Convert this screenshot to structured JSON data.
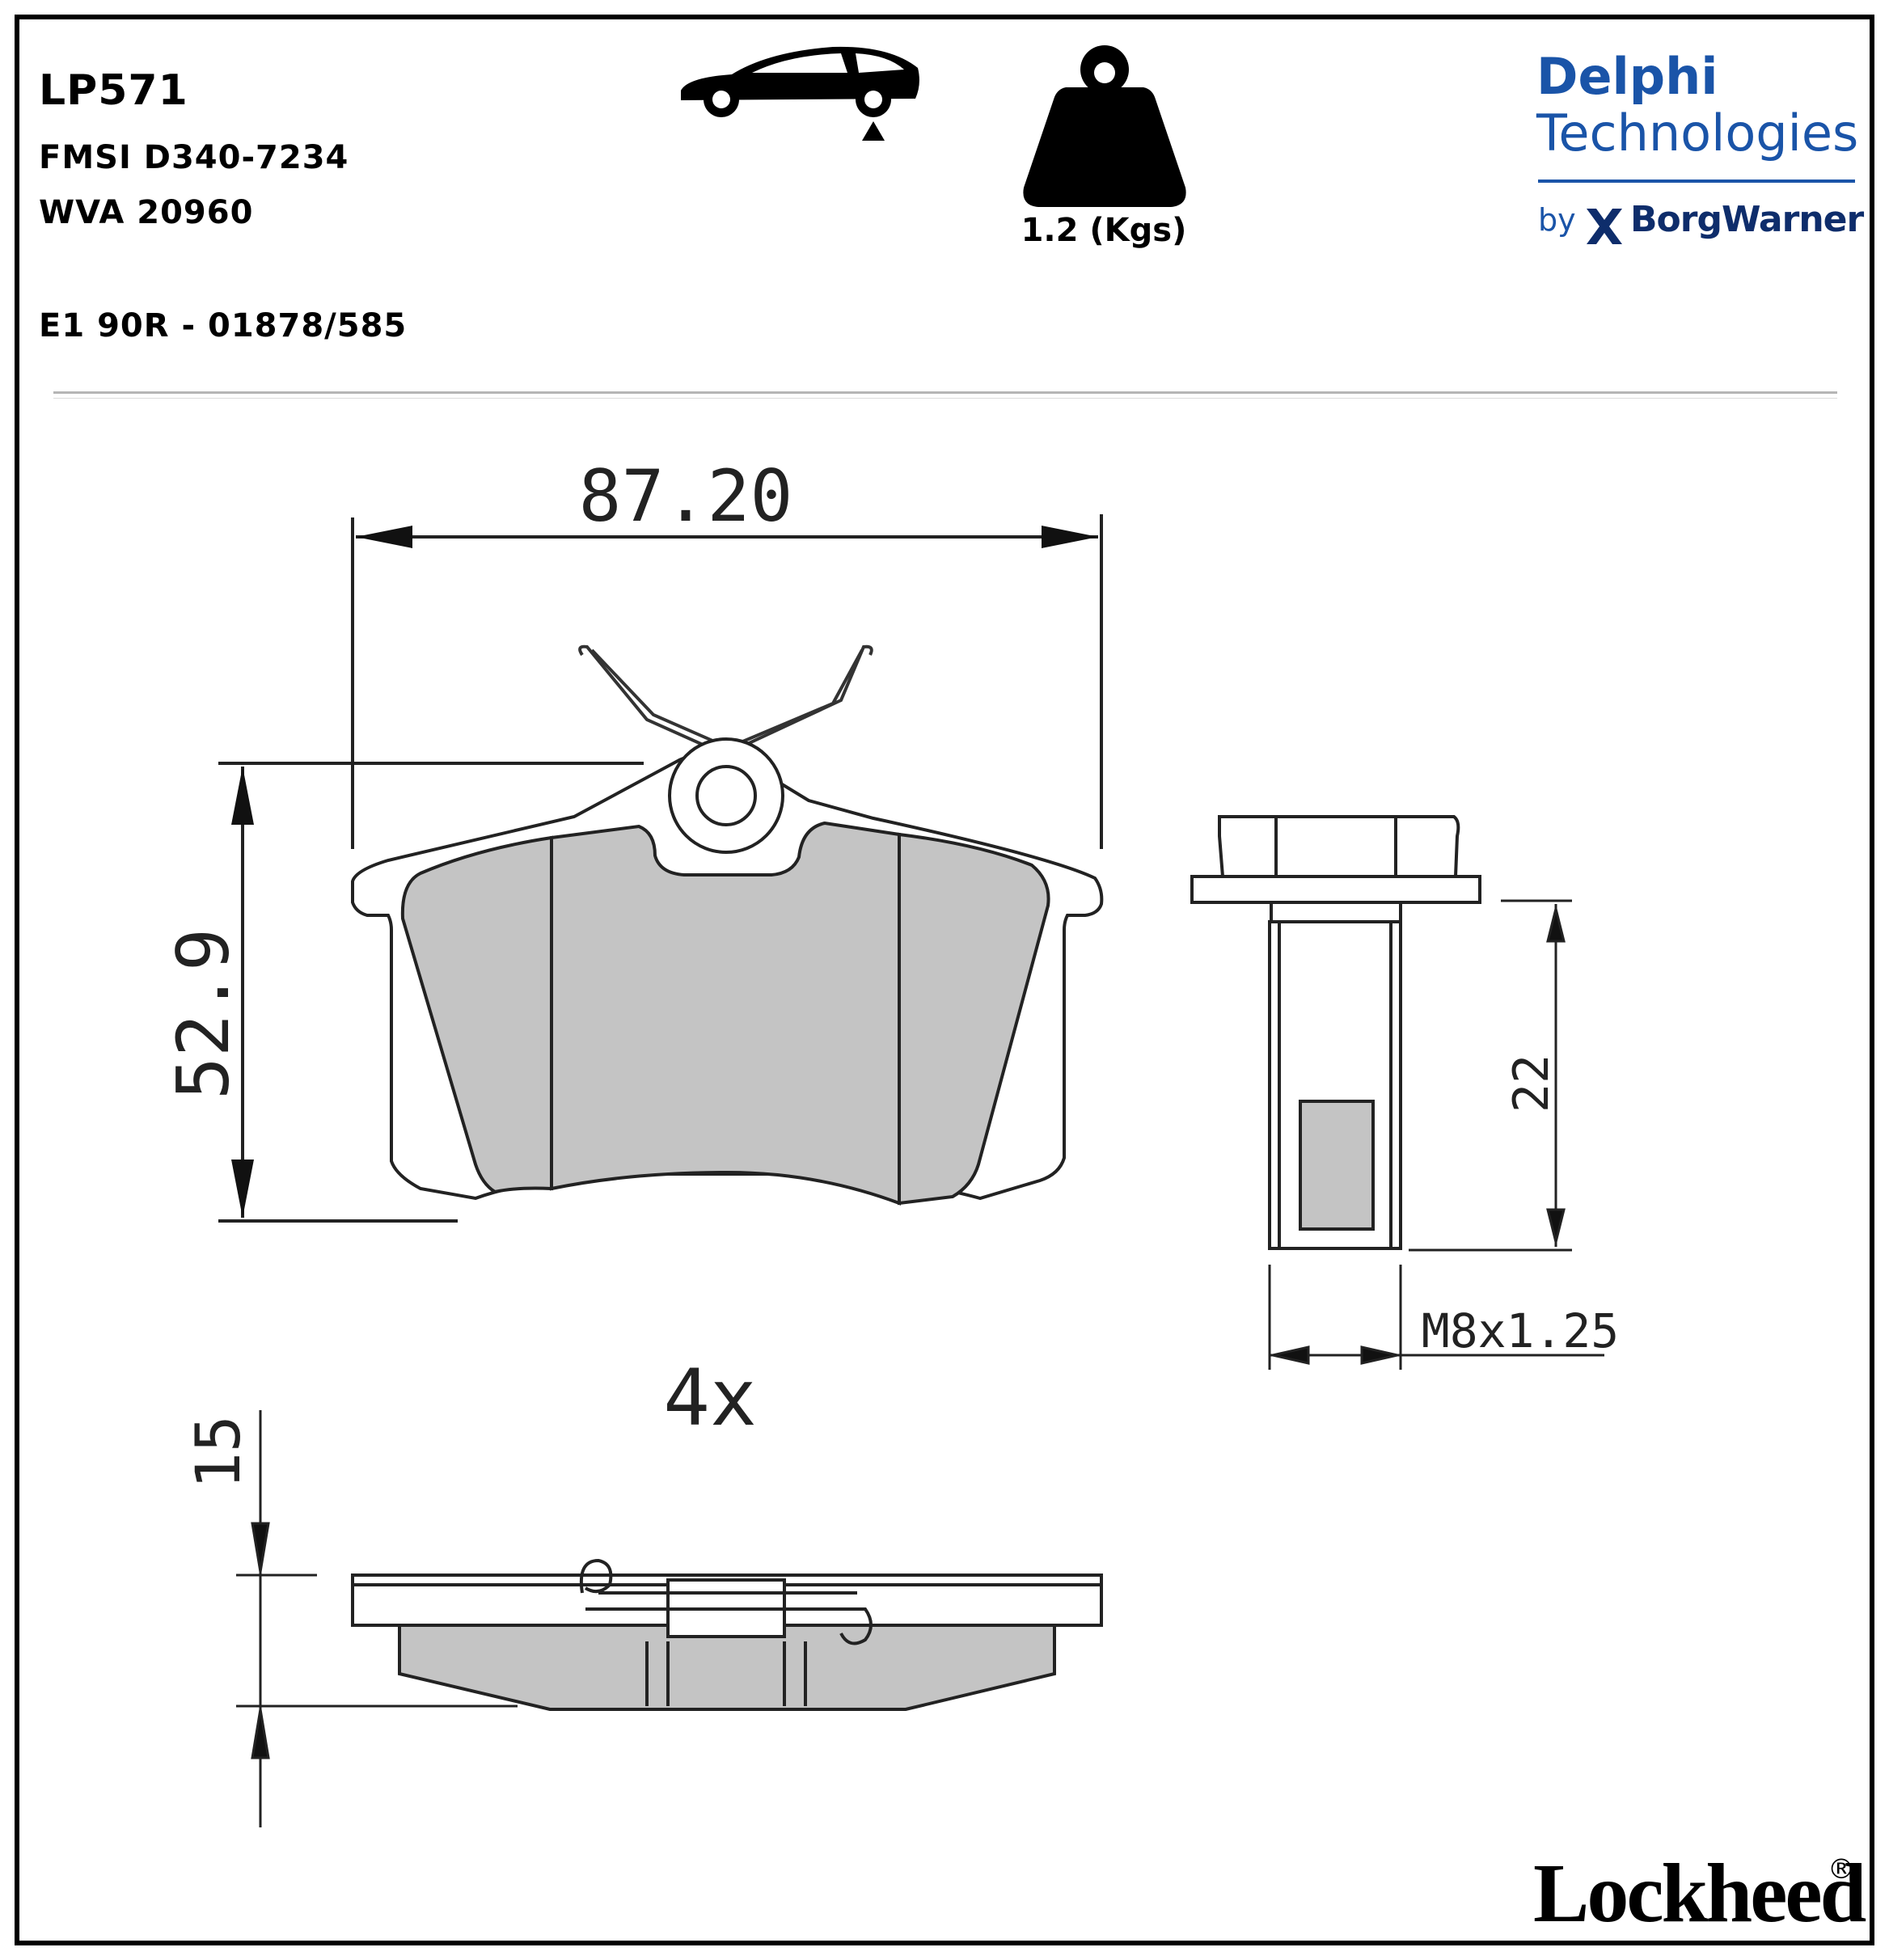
{
  "header": {
    "part_code": "LP571",
    "fmsi": "FMSI D340-7234",
    "wva": "WVA 20960",
    "approval": "E1 90R - 01878/585"
  },
  "position_icon": "car-rear-axle-icon",
  "weight": {
    "icon": "weight-icon",
    "label": "1.2 (Kgs)"
  },
  "brand": {
    "line1": "Delphi",
    "line2": "Technologies",
    "by": "by",
    "partner": "BorgWarner",
    "color": "#1a54a8"
  },
  "drawing": {
    "width_dim": "87.20",
    "height_dim": "52.9",
    "quantity": "4x",
    "thickness_dim": "15",
    "bolt_length_dim": "22",
    "bolt_thread": "M8x1.25",
    "friction_fill": "#c4c4c4"
  },
  "footer_brand": {
    "name": "Lockheed",
    "mark": "®"
  }
}
